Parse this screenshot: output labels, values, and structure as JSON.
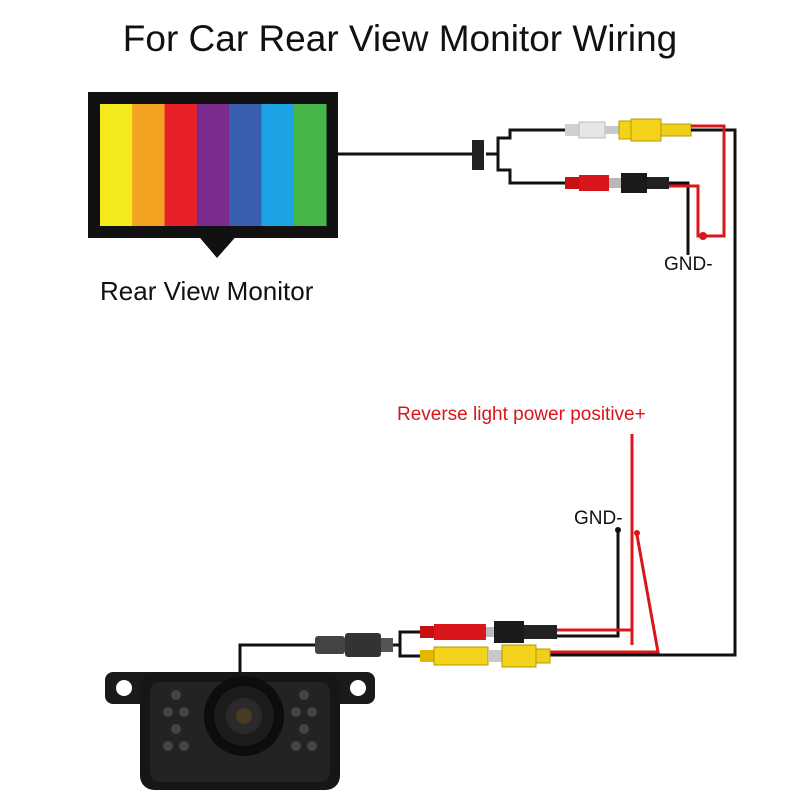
{
  "title": "For Car Rear View Monitor Wiring",
  "monitor_label": "Rear View Monitor",
  "gnd_top_label": "GND-",
  "gnd_mid_label": "GND-",
  "reverse_label": "Reverse light power positive+",
  "colors": {
    "wire_black": "#111111",
    "wire_red": "#d8161b",
    "label_red": "#d8161b",
    "rca_yellow": "#f2d21a",
    "rca_red": "#d8161b",
    "rca_white": "#e6e6e6"
  },
  "monitor_bars": [
    "#f4e91c",
    "#f4a221",
    "#e8202a",
    "#7b2b8e",
    "#3a5fb0",
    "#1ba3e6",
    "#46b649"
  ]
}
